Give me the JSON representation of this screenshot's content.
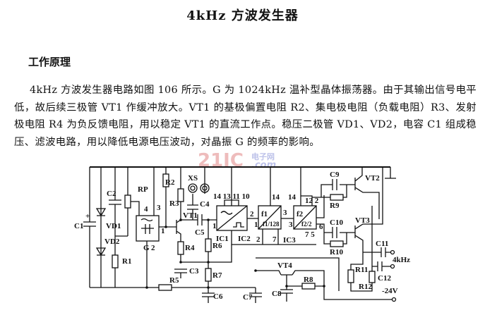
{
  "title": "4kHz 方波发生器",
  "section_heading": "工作原理",
  "paragraph": "4kHz 方波发生器电路如图 106 所示。G 为 1024kHz 温补型晶体振荡器。由于其输出信号电平低，故后续三极管 VT1 作缓冲放大。VT1 的基极偏置电阻 R2、集电极电阻（负载电阻）R3、发射极电阻 R4 为负反馈电阻，用以稳定 VT1 的直流工作点。稳压二极管 VD1、VD2，电容 C1 组成稳压、滤波电路，用以降低电源电压波动，对晶振 G 的频率的影响。",
  "watermark": {
    "brand": "21IC",
    "cn": "电子网",
    "domain": ".com",
    "colors": {
      "brand": "#e8a0a0",
      "domain": "#a0a8e0"
    }
  },
  "circuit": {
    "labels": {
      "c1": "C1",
      "vd1": "VD1",
      "vd2": "VD2",
      "c2": "C2",
      "rp": "RP",
      "r1": "R1",
      "g": "G",
      "g_pin1": "1",
      "g_pin2": "2",
      "g_pin3": "3",
      "g_pin4": "4",
      "r2": "R2",
      "r3": "R3",
      "r4": "R4",
      "vt1": "VT1",
      "xs": "XS",
      "c4": "C4",
      "c5": "C5",
      "c3": "C3",
      "r5": "R5",
      "r6": "R6",
      "r7": "R7",
      "c6": "C6",
      "c7": "C7",
      "c8": "C8",
      "r8": "R8",
      "vt4": "VT4",
      "ic1": "IC1",
      "ic1_pins_top": "14 13 11 10",
      "ic1_pin1": "1",
      "ic1_pin2": "2",
      "ic2": "IC2",
      "ic2_pin14": "14",
      "ic2_pin3": "3",
      "ic2_pin1": "1",
      "ic2_pin2": "2",
      "ic2_pin7": "7",
      "ic2_f": "f1",
      "ic2_div": "f1/128",
      "ic3": "IC3",
      "ic3_pin14": "14",
      "ic3_pin12_2": "12 2",
      "ic3_pin3": "3",
      "ic3_pin6": "6",
      "ic3_pin7_5": "7 5",
      "ic3_f": "f2",
      "ic3_div": "f2/2",
      "c9": "C9",
      "r9": "R9",
      "vt2": "VT2",
      "c10": "C10",
      "r10": "R10",
      "vt3": "VT3",
      "c11": "C11",
      "c12": "C12",
      "r11": "R11",
      "r12": "R12",
      "out": "4kHz",
      "supply": "-24V"
    }
  }
}
